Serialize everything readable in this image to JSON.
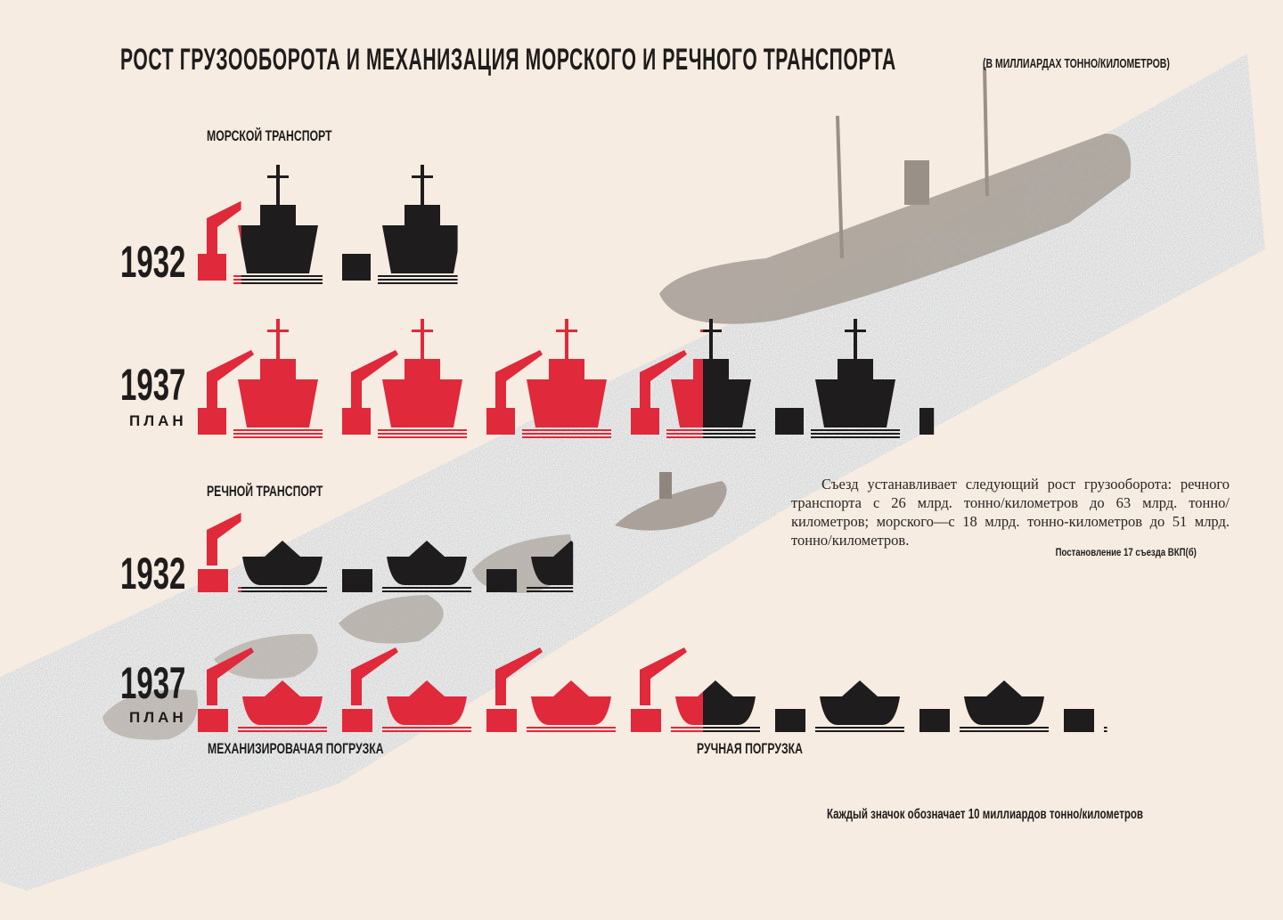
{
  "title": "РОСТ ГРУЗООБОРОТА И МЕХАНИЗАЦИЯ МОРСКОГО И РЕЧНОГО ТРАНСПОРТА",
  "unit_note": "(В МИЛЛИАРДАХ ТОННО/КИЛОМЕТРОВ)",
  "quote": "Съезд устанавливает следующий рост грузооборота: речного транспорта с 26 млрд. тонно/километров до 63 млрд. тонно/километров; морского—с 18 млрд. тонно-километров до 51 млрд. тонно/километров.",
  "source": "Постановление 17 съезда ВКП(б)",
  "footer": "Каждый значок обозначает 10 миллиардов тонно/километров",
  "colors": {
    "mechanized": "#e0293a",
    "manual": "#1e1c1c",
    "water": "#7aa0c8",
    "paper": "#f6ece1"
  },
  "chart_data": {
    "type": "bar",
    "title": "РОСТ ГРУЗООБОРОТА И МЕХАНИЗАЦИЯ МОРСКОГО И РЕЧНОГО ТРАНСПОРТА",
    "unit": "1 icon = 10 billion tonne-km",
    "legend": [
      "МЕХАНИЗИРОВАЧАЯ ПОГРУЗКА",
      "РУЧНАЯ ПОГРУЗКА"
    ],
    "groups": [
      {
        "label": "МОРСКОЙ ТРАНСПОРТ",
        "icon": "ship",
        "rows": [
          {
            "year": "1932",
            "sub": "",
            "total": 18,
            "mechanized": 3,
            "manual": 15
          },
          {
            "year": "1937",
            "sub": "ПЛАН",
            "total": 51,
            "mechanized": 35,
            "manual": 16
          }
        ]
      },
      {
        "label": "РЕЧНОЙ ТРАНСПОРТ",
        "icon": "barge",
        "rows": [
          {
            "year": "1932",
            "sub": "",
            "total": 26,
            "mechanized": 3,
            "manual": 23
          },
          {
            "year": "1937",
            "sub": "ПЛАН",
            "total": 63,
            "mechanized": 35,
            "manual": 28
          }
        ]
      }
    ]
  }
}
